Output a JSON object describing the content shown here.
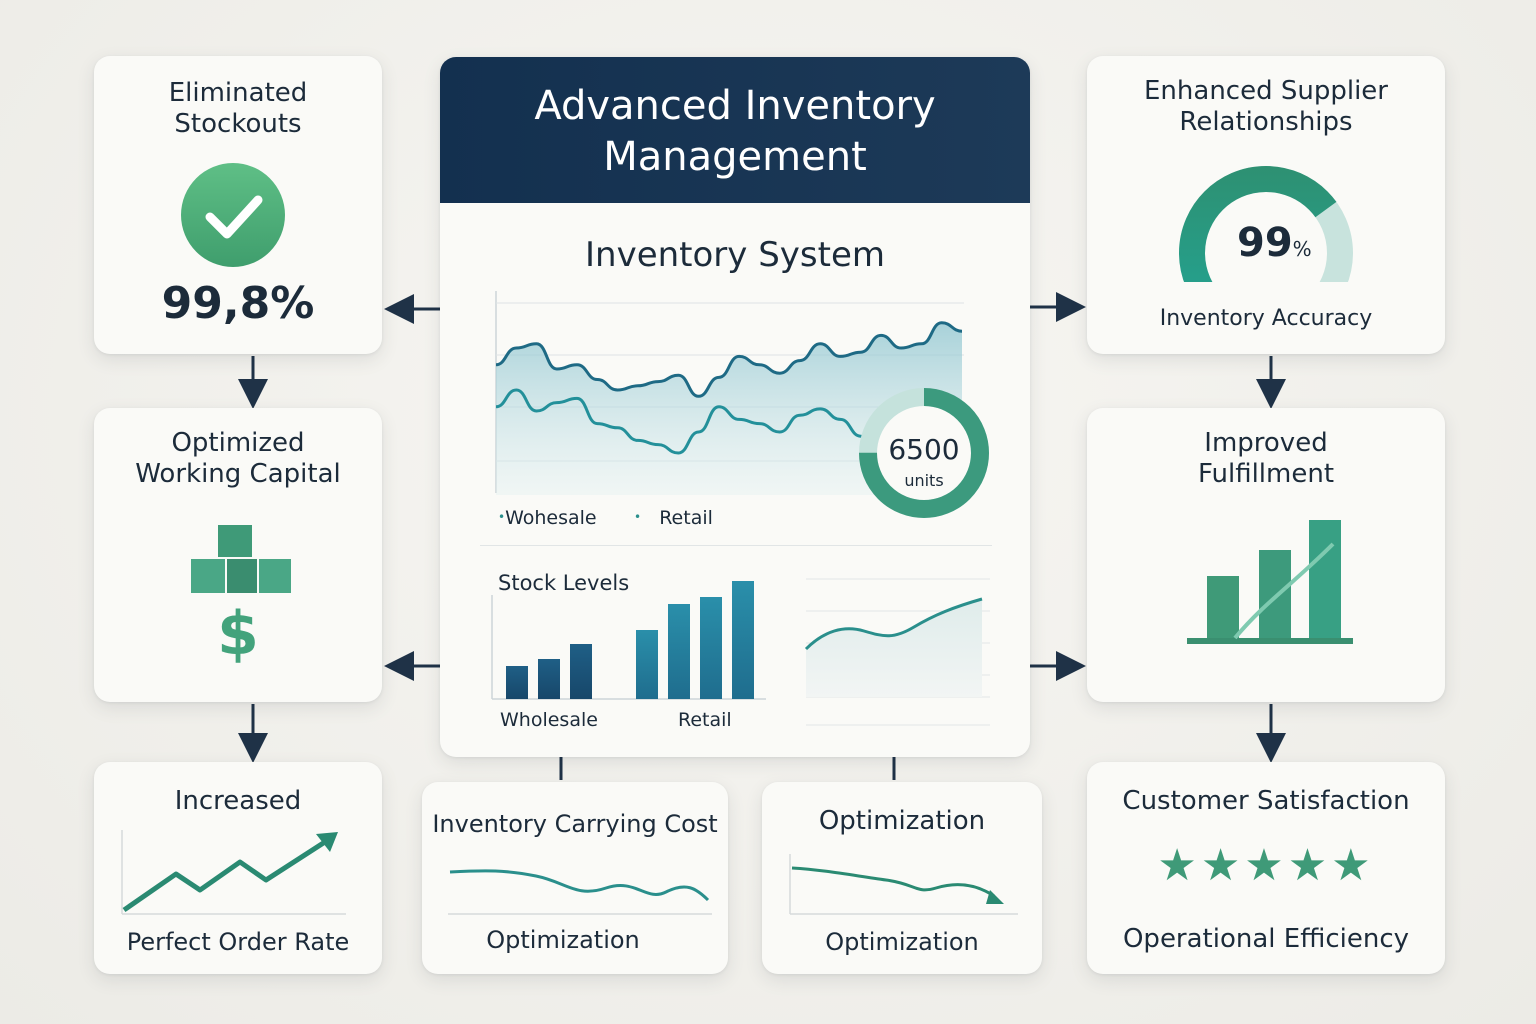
{
  "main": {
    "title_line1": "Advanced Inventory",
    "title_line2": "Management",
    "subtitle": "Inventory System",
    "gauge_value": "6500",
    "gauge_unit": "units",
    "legend": [
      "Wohesale",
      "Retail"
    ],
    "stock_title": "Stock Levels",
    "stock_labels": [
      "Wholesale",
      "Retail"
    ]
  },
  "cards": {
    "stockouts": {
      "title_line1": "Eliminated",
      "title_line2": "Stockouts",
      "value": "99,8%"
    },
    "working_capital": {
      "title_line1": "Optimized",
      "title_line2": "Working Capital"
    },
    "increased": {
      "title": "Increased",
      "caption": "Perfect Order Rate"
    },
    "carrying_cost": {
      "title": "Inventory Carrying Cost",
      "caption": "Optimization"
    },
    "optimization": {
      "title": "Optimization",
      "caption": "Optimization"
    },
    "supplier": {
      "title_line1": "Enhanced Supplier",
      "title_line2": "Relationships",
      "gauge_value": "99",
      "gauge_unit": "%",
      "caption": "Inventory Accuracy"
    },
    "fulfillment": {
      "title_line1": "Improved",
      "title_line2": "Fulfillment"
    },
    "satisfaction": {
      "title": "Customer Satisfaction",
      "caption": "Operational Efficiency",
      "stars": 5
    }
  },
  "colors": {
    "navy": "#13304f",
    "teal": "#2a8f8c",
    "green": "#3f9a78",
    "light_teal": "#b8dcdc"
  },
  "chart_data": [
    {
      "type": "area",
      "title": "Inventory System",
      "series": [
        {
          "name": "Wohesale",
          "values": [
            62,
            70,
            72,
            60,
            62,
            55,
            50,
            52,
            54,
            57,
            47,
            56,
            66,
            62,
            58,
            64,
            72,
            66,
            68,
            76,
            70,
            72,
            82,
            78
          ]
        },
        {
          "name": "Retail",
          "values": [
            42,
            50,
            40,
            44,
            46,
            34,
            32,
            26,
            24,
            20,
            30,
            42,
            36,
            34,
            30,
            38,
            41,
            36,
            28,
            24,
            30,
            34,
            33,
            28
          ]
        }
      ]
    },
    {
      "type": "bar",
      "title": "Stock Levels",
      "categories": [
        "Wholesale",
        "Retail"
      ],
      "series": [
        {
          "name": "Wholesale",
          "values": [
            33,
            40,
            55
          ]
        },
        {
          "name": "Retail",
          "values": [
            69,
            95,
            102,
            118
          ]
        }
      ]
    },
    {
      "type": "pie",
      "values": [
        75,
        25
      ]
    },
    {
      "type": "pie",
      "values": [
        70,
        30
      ]
    }
  ]
}
